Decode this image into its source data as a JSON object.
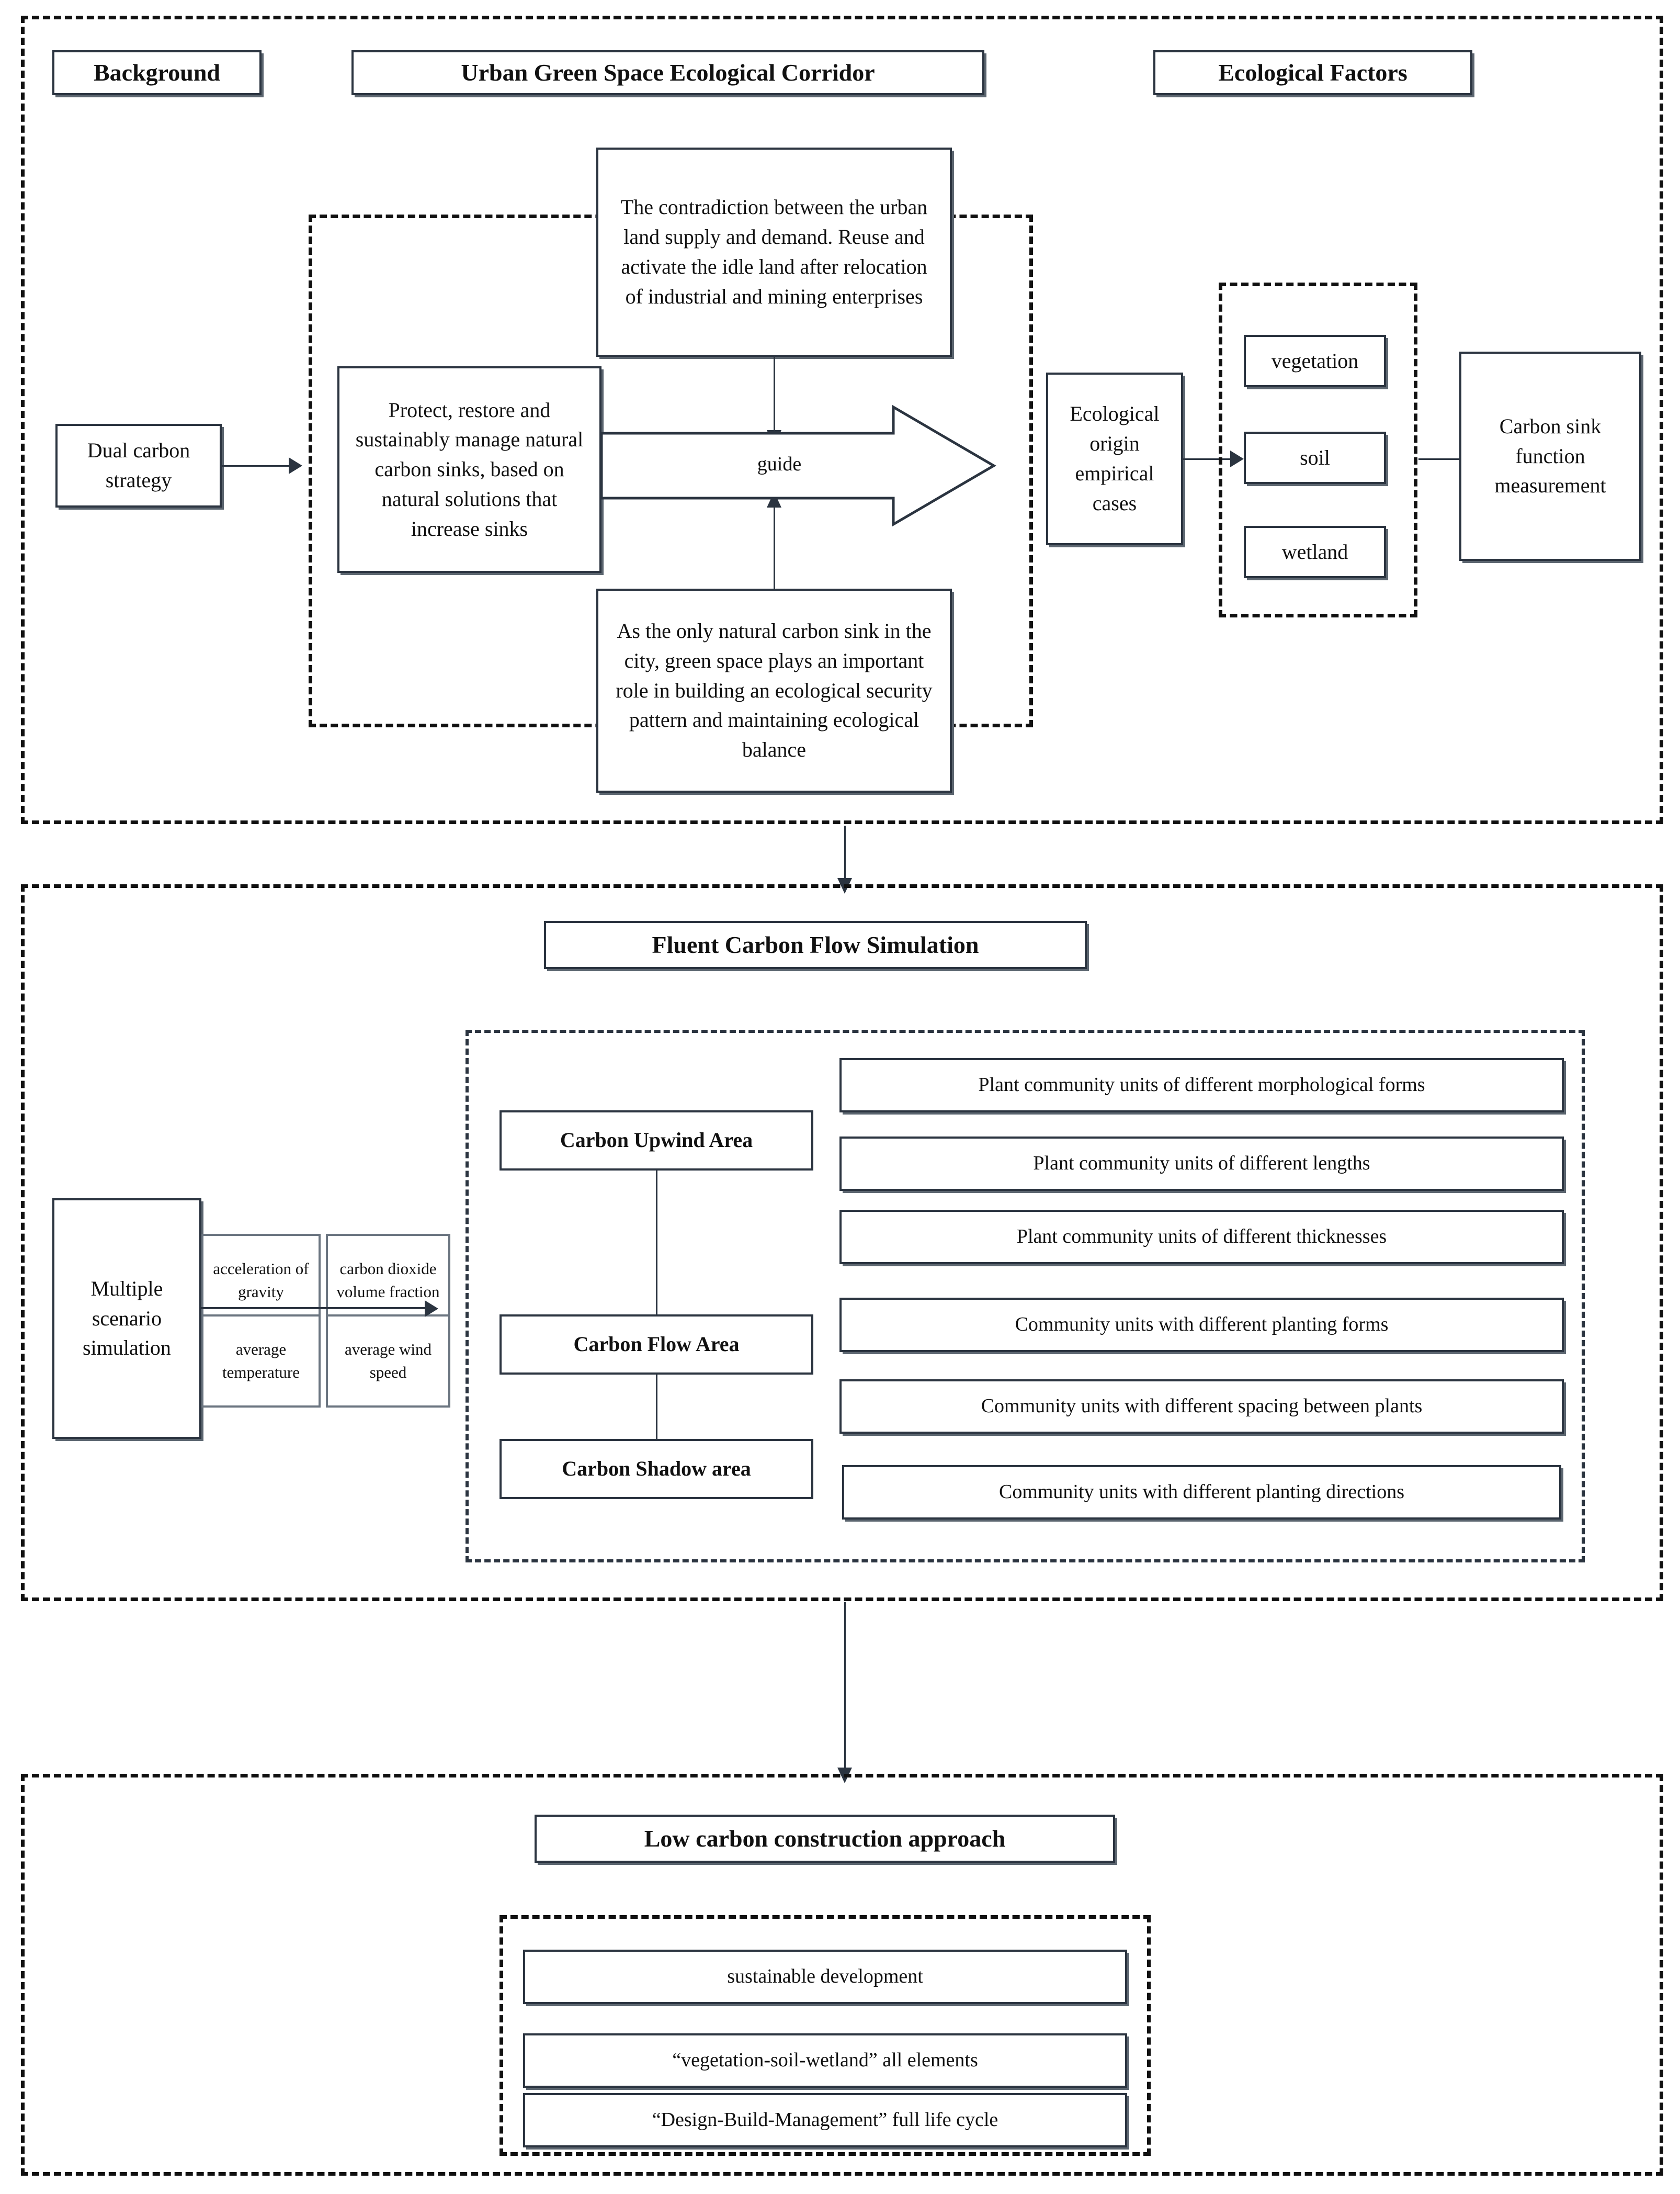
{
  "sections": {
    "background": {
      "title": "Background",
      "corridor_title": "Urban Green Space Ecological Corridor",
      "factors_title": "Ecological Factors",
      "dual_carbon": "Dual carbon strategy",
      "contradiction": "The contradiction between the urban land supply and demand. Reuse and activate the idle land after relocation of industrial and mining enterprises",
      "protect": "Protect, restore and sustainably manage natural carbon sinks, based on natural solutions that increase sinks",
      "only_sink": "As the only natural carbon sink in the city, green space plays an important role in building an ecological security pattern and maintaining ecological balance",
      "guide_label": "guide",
      "empirical_cases": "Ecological origin empirical cases",
      "factors": [
        "vegetation",
        "soil",
        "wetland"
      ],
      "measurement": "Carbon sink function measurement"
    },
    "simulation": {
      "title": "Fluent Carbon Flow Simulation",
      "multiple_scenario": "Multiple scenario simulation",
      "parameters": [
        "acceleration of  gravity",
        "carbon dioxide volume fraction",
        "average temperature",
        "average wind speed"
      ],
      "areas": [
        "Carbon Upwind Area",
        "Carbon Flow Area",
        "Carbon Shadow area"
      ],
      "units": [
        "Plant community units of different morphological forms",
        "Plant community units of different lengths",
        "Plant community units of different thicknesses",
        "Community units with different planting forms",
        "Community units with different spacing between plants",
        "Community units with different planting directions"
      ]
    },
    "approach": {
      "title": "Low carbon construction approach",
      "items": [
        "sustainable development",
        "“vegetation-soil-wetland” all elements",
        "“Design-Build-Management” full life cycle"
      ]
    }
  },
  "colors": {
    "line": "#2b3440",
    "border": "#111111",
    "background": "#ffffff"
  }
}
